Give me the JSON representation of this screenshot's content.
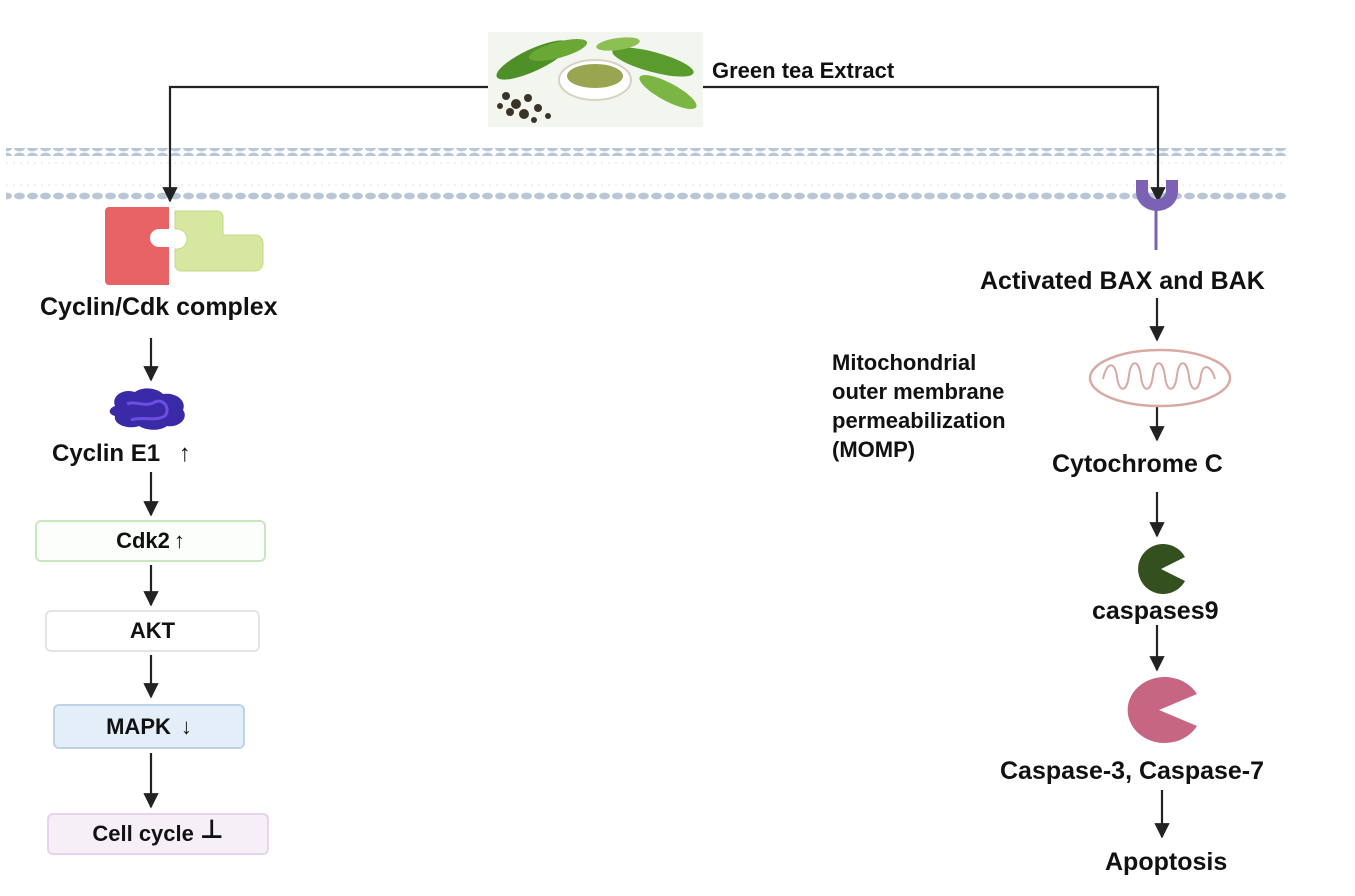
{
  "extract": {
    "label": "Green tea Extract"
  },
  "left_pathway": {
    "complex_label": "Cyclin/Cdk complex",
    "cyclin_label": "Cyclin E1",
    "cyclin_arrow": "↑",
    "cdk2_label": "Cdk2",
    "cdk2_arrow": "↑",
    "akt_label": "AKT",
    "mapk_label": "MAPK",
    "mapk_arrow": "↓",
    "cellcycle_label": "Cell cycle",
    "cellcycle_symbol": "⊥"
  },
  "right_pathway": {
    "bax_label": "Activated BAX and BAK",
    "momp_lines": [
      "Mitochondrial",
      "outer membrane",
      "permeabilization",
      "(MOMP)"
    ],
    "cytochrome_label": "Cytochrome C",
    "casp9_label": "caspases9",
    "casp37_label": "Caspase-3, Caspase-7",
    "apoptosis_label": "Apoptosis"
  },
  "colors": {
    "membrane": "#b9c6d4",
    "cyclin_red": "#e86366",
    "cdk_green": "#d6e8a0",
    "cyclin_e1_blue": "#3b2aa8",
    "cdk2_box_border": "#c9e6bf",
    "akt_box_border": "#e4e4e4",
    "mapk_box_fill": "#e3eef9",
    "cellcycle_box_fill": "#f6eff8",
    "receptor_purple": "#7b62b5",
    "mito_outline": "#d9a9a3",
    "casp9_fill": "#34501f",
    "casp37_fill": "#c66683",
    "tea_leaf": "#5a9b2d"
  }
}
